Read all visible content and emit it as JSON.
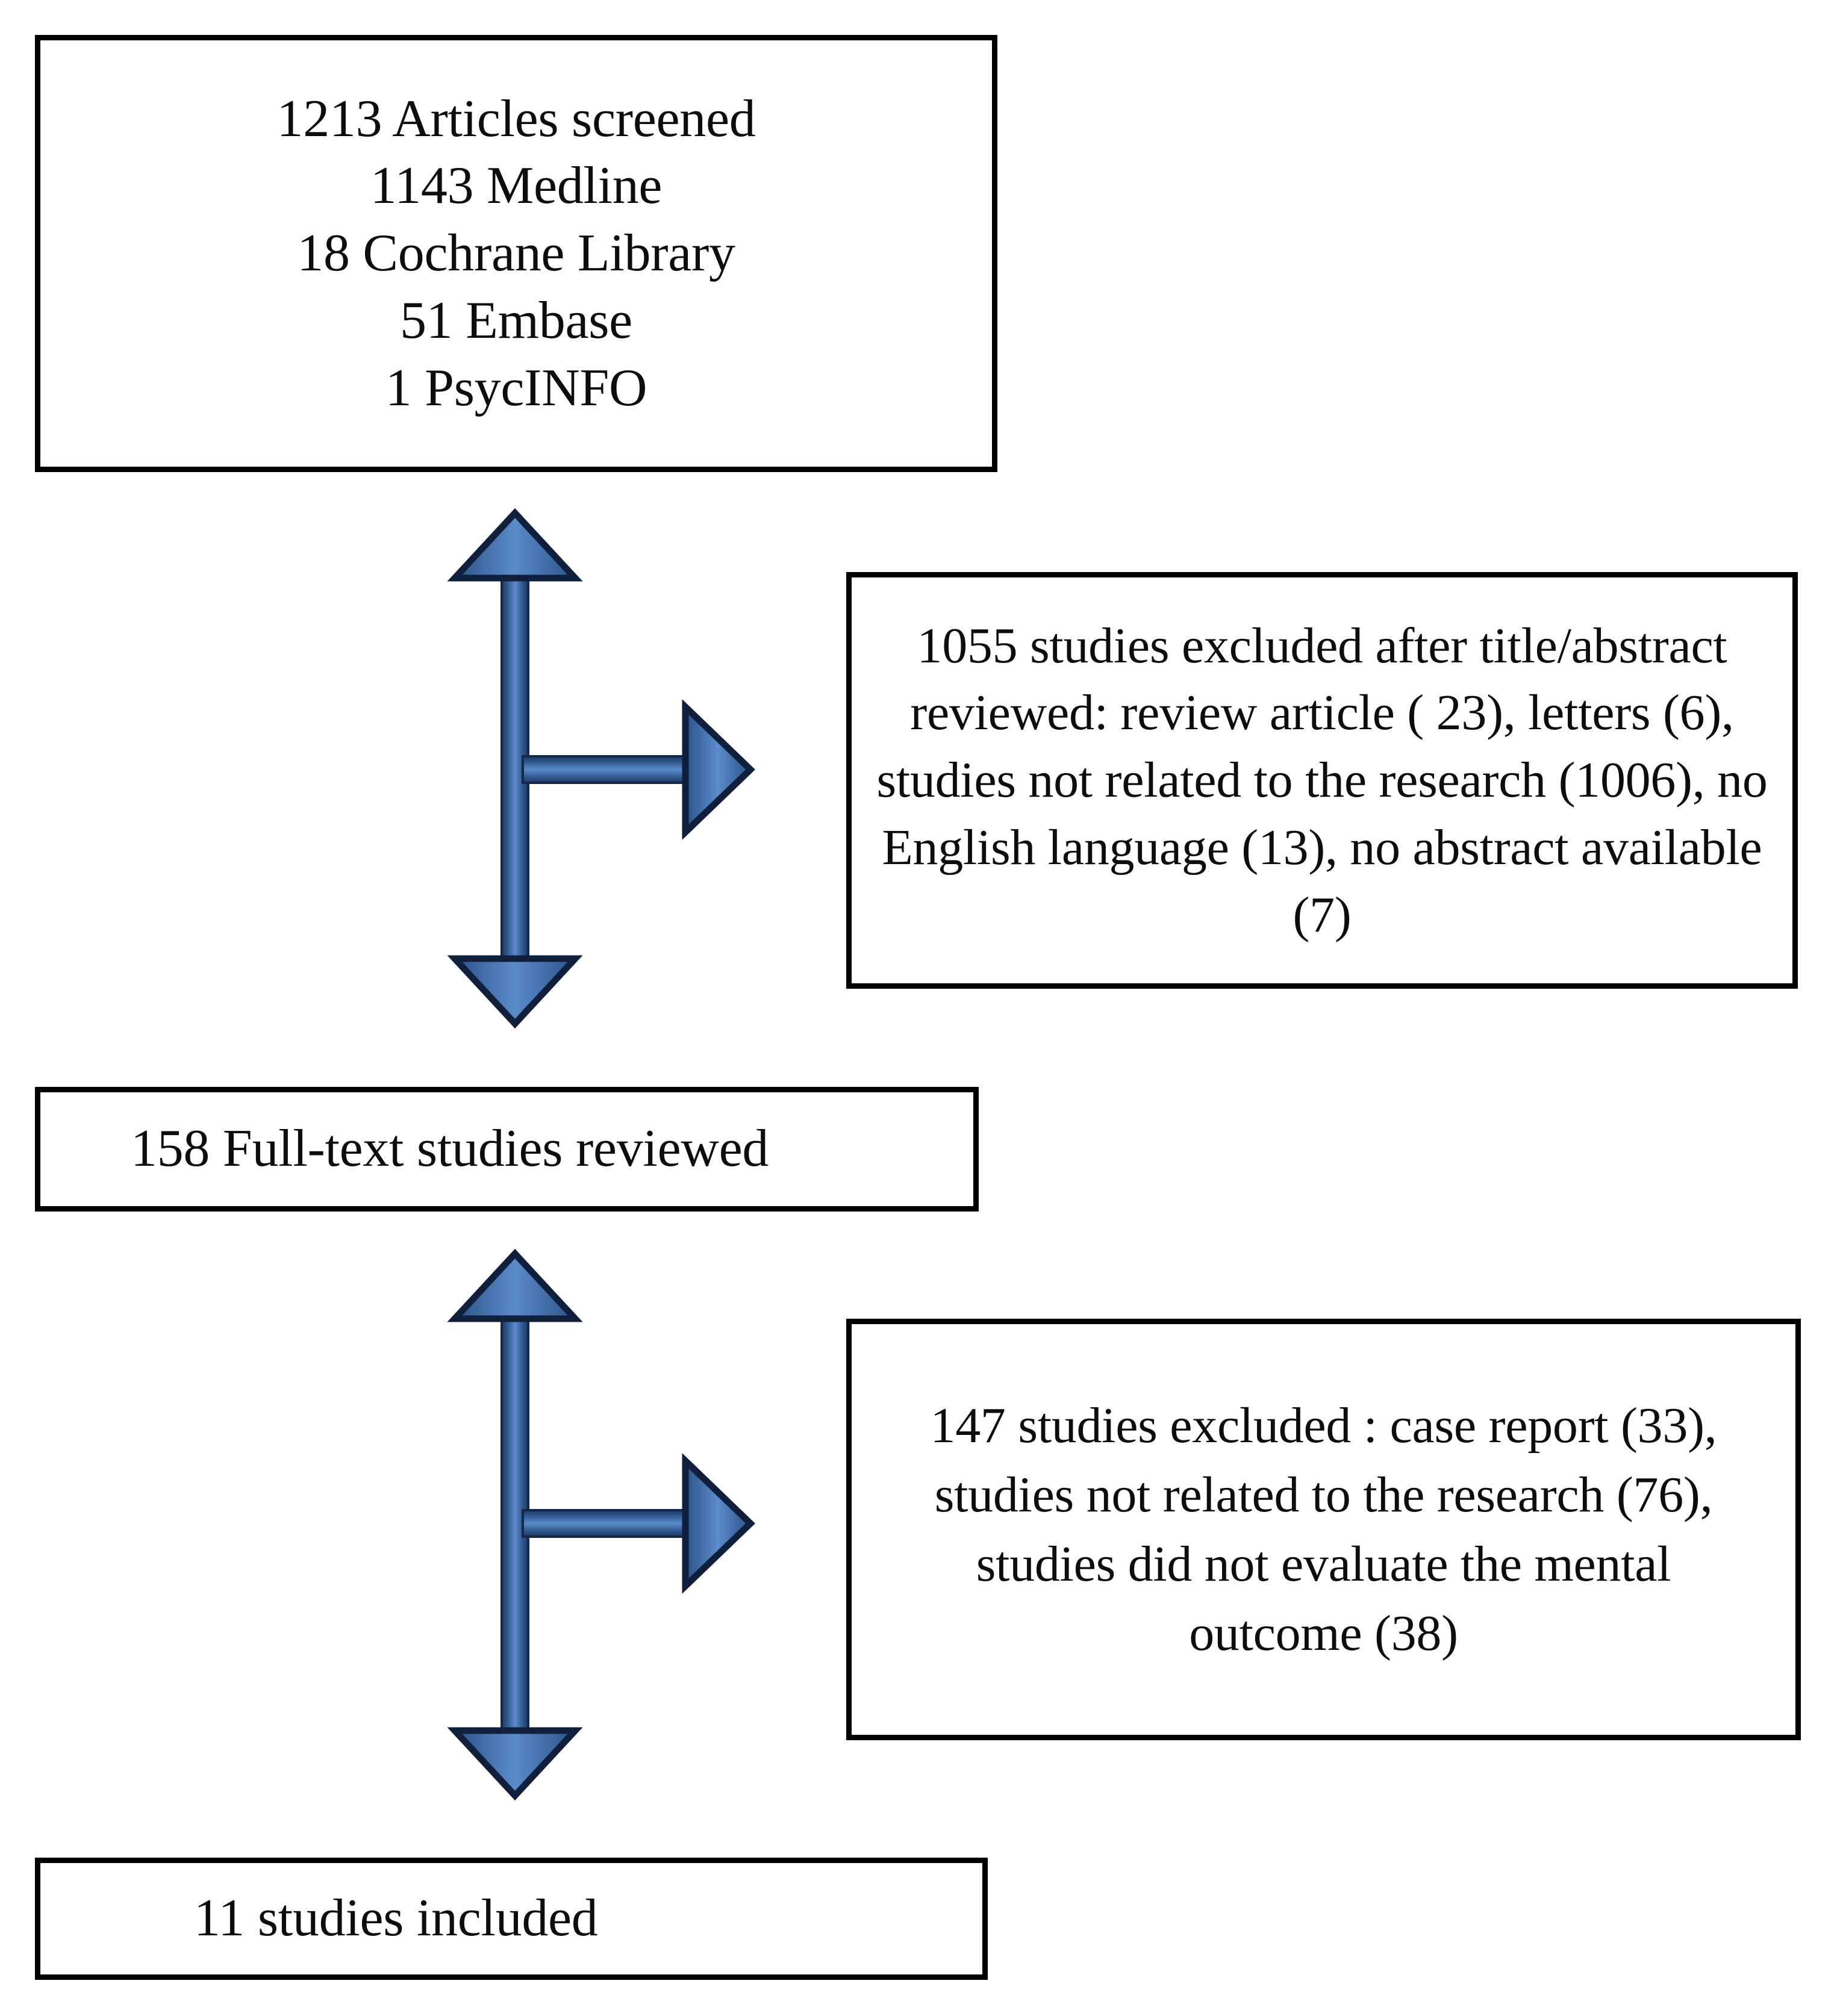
{
  "diagram": {
    "title": "PRISMA study selection flow diagram",
    "type": "flowchart",
    "orientation": "top-to-bottom",
    "colors": {
      "box_border": "#000000",
      "box_fill": "#FFFFFF",
      "text": "#0D0D0D",
      "arrow_fill": "#4472A8",
      "arrow_fill_light": "#5B8BC9",
      "arrow_outline": "#1F3864"
    },
    "nodes": {
      "sources": {
        "label": "1213 Articles screened\n1143 Medline\n18 Cochrane Library\n51 Embase\n1 PsycINFO",
        "lines": [
          "1213 Articles screened",
          "1143 Medline",
          "18 Cochrane Library",
          "51 Embase",
          "1 PsycINFO"
        ],
        "total_screened": 1213,
        "databases": [
          {
            "name": "Medline",
            "count": 1143
          },
          {
            "name": "Cochrane Library",
            "count": 18
          },
          {
            "name": "Embase",
            "count": 51
          },
          {
            "name": "PsycINFO",
            "count": 1
          }
        ]
      },
      "exclusion_1": {
        "label": "1055 studies excluded after title/abstract reviewed: review article ( 23), letters (6), studies not related to the research (1006), no English language (13), no abstract available (7)",
        "excluded_count": 1055,
        "stage": "title/abstract reviewed",
        "reasons": [
          {
            "reason": "review article",
            "count": 23
          },
          {
            "reason": "letters",
            "count": 6
          },
          {
            "reason": "studies not related to the research",
            "count": 1006
          },
          {
            "reason": "no English language",
            "count": 13
          },
          {
            "reason": "no abstract available",
            "count": 7
          }
        ]
      },
      "fulltext": {
        "label": "158 Full-text studies reviewed",
        "count": 158
      },
      "exclusion_2": {
        "label": "147 studies excluded : case report (33), studies not related to the research (76), studies did not evaluate the mental outcome (38)",
        "excluded_count": 147,
        "stage": "full-text reviewed",
        "reasons": [
          {
            "reason": "case report",
            "count": 33
          },
          {
            "reason": "studies not related to the research",
            "count": 76
          },
          {
            "reason": "studies did not evaluate the mental outcome",
            "count": 38
          }
        ]
      },
      "included": {
        "label": "11 studies included",
        "count": 11
      }
    },
    "connectors": [
      {
        "id": "connector-1",
        "from": "sources",
        "to": "fulltext",
        "branch_to": "exclusion_1",
        "style": "double-headed-vertical-with-right-branch"
      },
      {
        "id": "connector-2",
        "from": "fulltext",
        "to": "included",
        "branch_to": "exclusion_2",
        "style": "double-headed-vertical-with-right-branch"
      }
    ]
  }
}
